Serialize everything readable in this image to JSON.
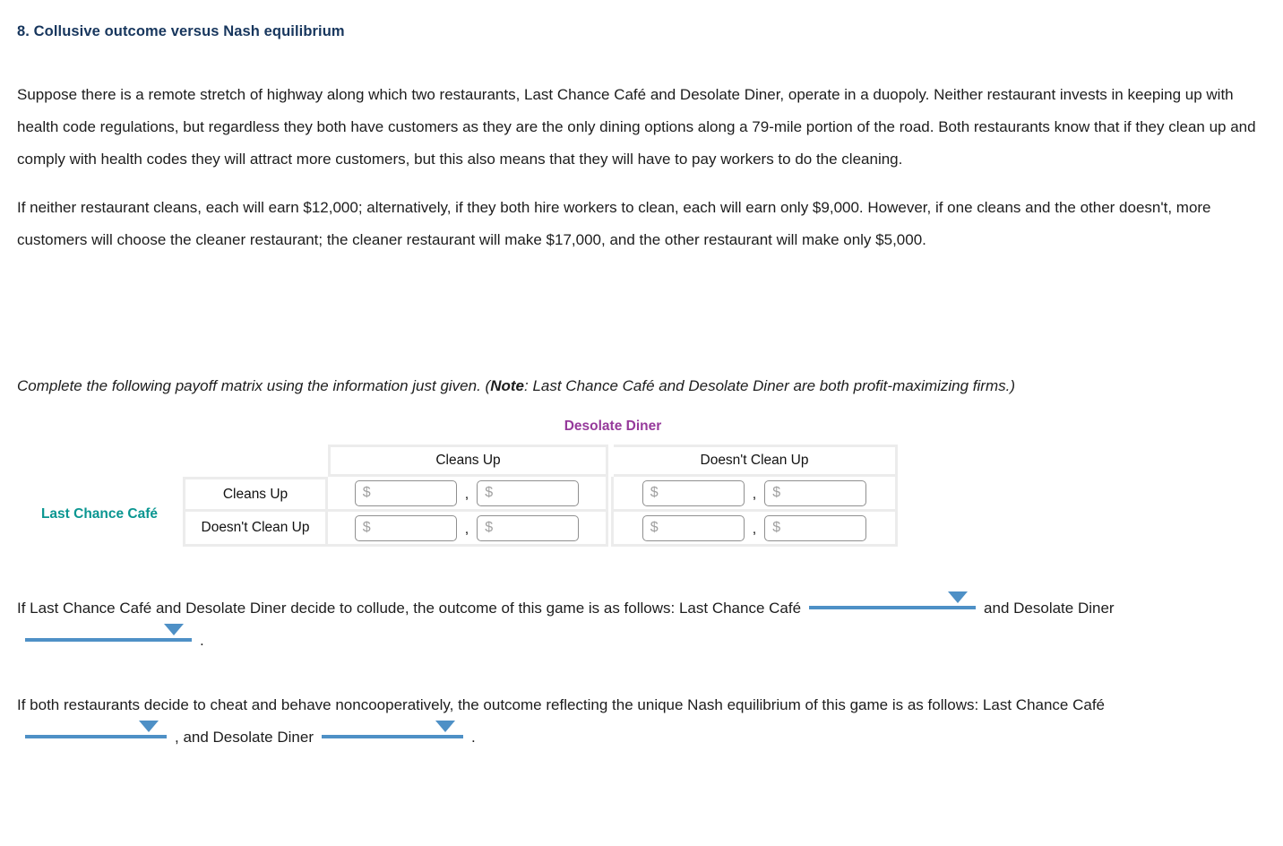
{
  "title": "8. Collusive outcome versus Nash equilibrium",
  "intro": {
    "p1": "Suppose there is a remote stretch of highway along which two restaurants, Last Chance Café and Desolate Diner, operate in a duopoly. Neither restaurant invests in keeping up with health code regulations, but regardless they both have customers as they are the only dining options along a 79-mile portion of the road. Both restaurants know that if they clean up and comply with health codes they will attract more customers, but this also means that they will have to pay workers to do the cleaning.",
    "p2": "If neither restaurant cleans, each will earn $12,000; alternatively, if they both hire workers to clean, each will earn only $9,000. However, if one cleans and the other doesn't, more customers will choose the cleaner restaurant; the cleaner restaurant will make $17,000, and the other restaurant will make only $5,000."
  },
  "instruction": {
    "pre": "Complete the following payoff matrix using the information just given. (",
    "note": "Note",
    "post": ": Last Chance Café and Desolate Diner are both profit-maximizing firms.)"
  },
  "matrix": {
    "column_player": "Desolate Diner",
    "row_player": "Last Chance Café",
    "column_headers": [
      "Cleans Up",
      "Doesn't Clean Up"
    ],
    "row_headers": [
      "Cleans Up",
      "Doesn't Clean Up"
    ],
    "cell_input_placeholder": "$",
    "cell_separator": ",",
    "cells": [
      {
        "row": "Cleans Up",
        "column": "Cleans Up",
        "last_chance_value": "",
        "desolate_value": ""
      },
      {
        "row": "Cleans Up",
        "column": "Doesn't Clean Up",
        "last_chance_value": "",
        "desolate_value": ""
      },
      {
        "row": "Doesn't Clean Up",
        "column": "Cleans Up",
        "last_chance_value": "",
        "desolate_value": ""
      },
      {
        "row": "Doesn't Clean Up",
        "column": "Doesn't Clean Up",
        "last_chance_value": "",
        "desolate_value": ""
      }
    ]
  },
  "question1": {
    "part1": "If Last Chance Café and Desolate Diner decide to collude, the outcome of this game is as follows: Last Chance Café",
    "dropdown1_value": "",
    "part2": "and Desolate Diner",
    "dropdown2_value": "",
    "part3": "."
  },
  "question2": {
    "part1": "If both restaurants decide to cheat and behave noncooperatively, the outcome reflecting the unique Nash equilibrium of this game is as follows: Last Chance Café",
    "dropdown1_value": "",
    "part2": ", and Desolate Diner",
    "dropdown2_value": "",
    "part3": "."
  },
  "colors": {
    "title_navy": "#17365d",
    "column_player_purple": "#963a9b",
    "row_player_teal": "#0a9691",
    "dropdown_blue": "#4e90c6",
    "table_border_gray": "#ececec",
    "input_border_gray": "#8f8f8f"
  }
}
